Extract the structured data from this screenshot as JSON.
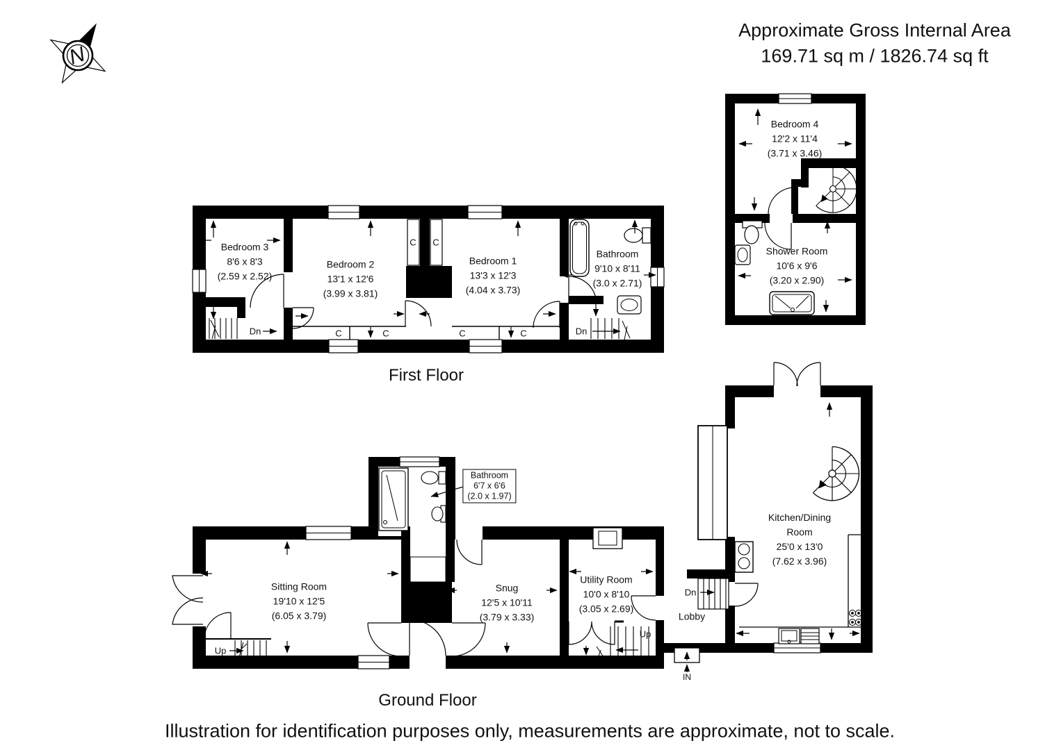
{
  "header": {
    "title_line1": "Approximate Gross Internal Area",
    "title_line2": "169.71 sq m / 1826.74 sq ft"
  },
  "floor_labels": {
    "first": "First Floor",
    "ground": "Ground Floor"
  },
  "rooms": {
    "bedroom4": {
      "name": "Bedroom 4",
      "imperial": "12'2 x 11'4",
      "metric": "(3.71 x 3.46)"
    },
    "shower_room": {
      "name": "Shower Room",
      "imperial": "10'6 x 9'6",
      "metric": "(3.20 x 2.90)"
    },
    "bedroom3": {
      "name": "Bedroom 3",
      "imperial": "8'6 x 8'3",
      "metric": "(2.59 x 2.52)"
    },
    "bedroom2": {
      "name": "Bedroom 2",
      "imperial": "13'1 x 12'6",
      "metric": "(3.99 x 3.81)"
    },
    "bedroom1": {
      "name": "Bedroom 1",
      "imperial": "13'3 x 12'3",
      "metric": "(4.04 x 3.73)"
    },
    "bathroom_first": {
      "name": "Bathroom",
      "imperial": "9'10 x 8'11",
      "metric": "(3.0 x 2.71)"
    },
    "sitting_room": {
      "name": "Sitting Room",
      "imperial": "19'10 x 12'5",
      "metric": "(6.05 x 3.79)"
    },
    "bathroom_ground": {
      "name": "Bathroom",
      "imperial": "6'7 x 6'6",
      "metric": "(2.0 x 1.97)"
    },
    "snug": {
      "name": "Snug",
      "imperial": "12'5 x 10'11",
      "metric": "(3.79 x 3.33)"
    },
    "utility_room": {
      "name": "Utility Room",
      "imperial": "10'0 x 8'10",
      "metric": "(3.05 x 2.69)"
    },
    "lobby": {
      "name": "Lobby"
    },
    "kitchen_dining": {
      "name_line1": "Kitchen/Dining",
      "name_line2": "Room",
      "imperial": "25'0 x 13'0",
      "metric": "(7.62 x 3.96)"
    }
  },
  "markers": {
    "down": "Dn",
    "up": "Up",
    "closet": "C",
    "entrance": "IN",
    "north": "N"
  },
  "footer": {
    "disclaimer": "Illustration for identification purposes only, measurements are approximate, not to scale."
  },
  "colors": {
    "wall": "#000000",
    "background": "#ffffff",
    "text": "#111111"
  }
}
